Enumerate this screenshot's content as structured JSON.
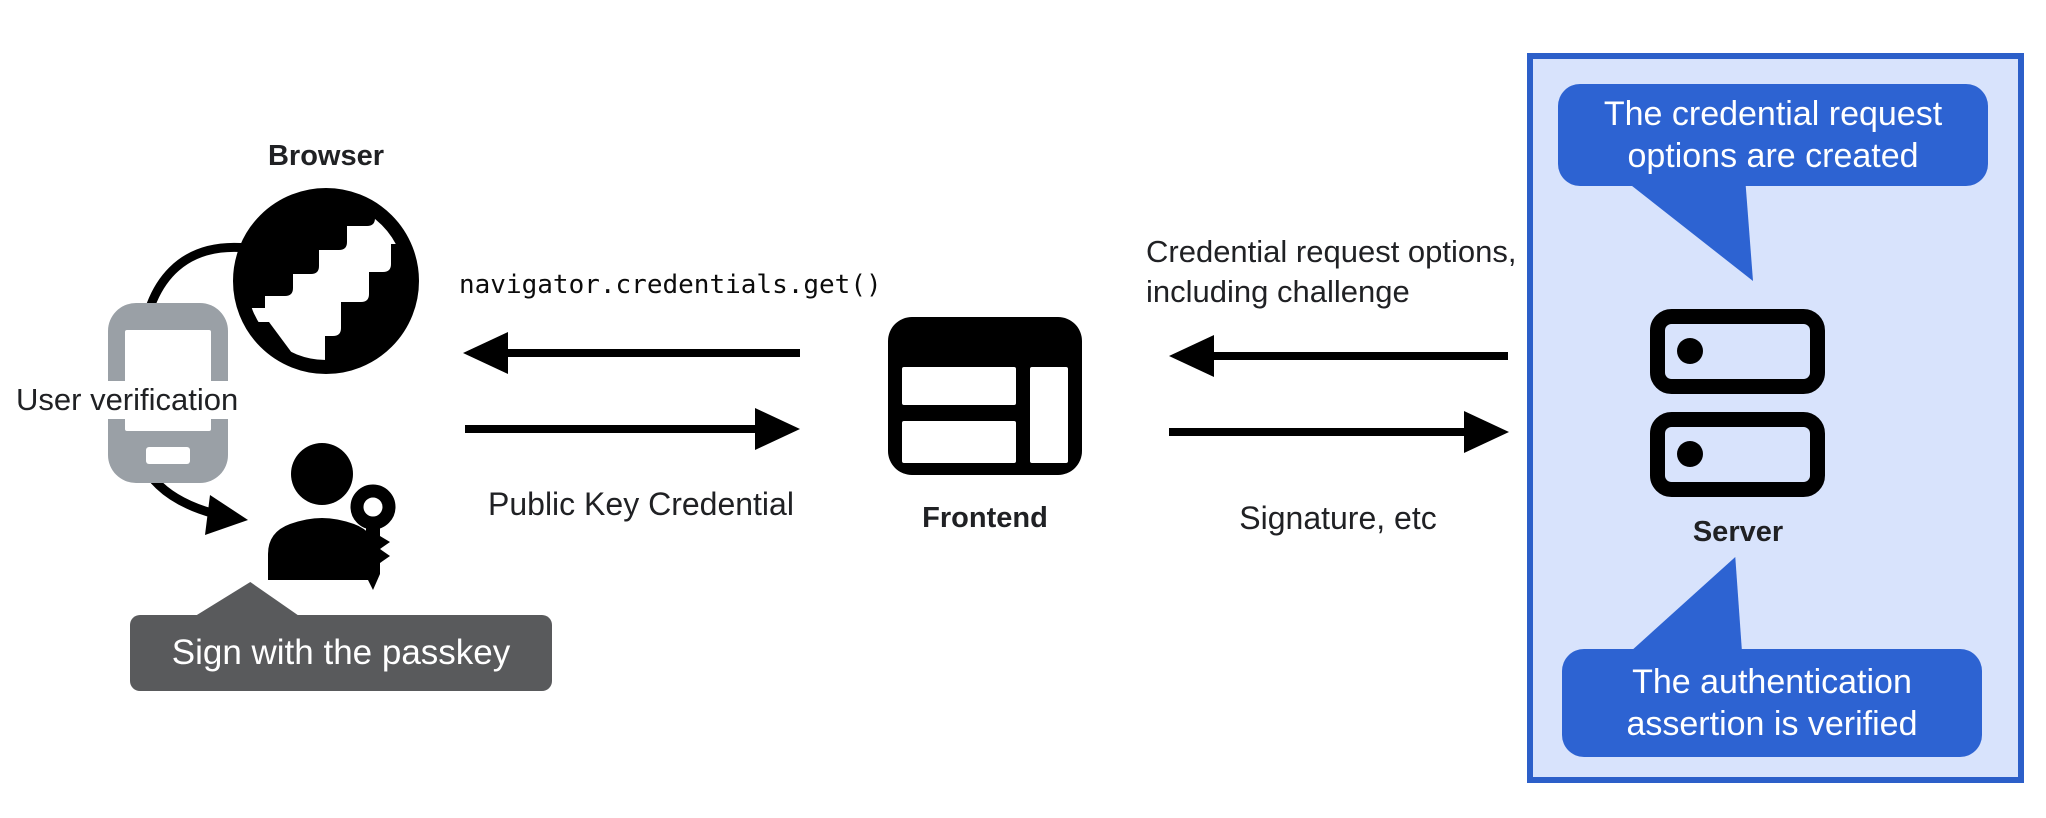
{
  "diagram": {
    "title_context": "Passkey authentication flow",
    "colors": {
      "callout_blue": "#2d63d2",
      "panel_background": "#d8e3fc",
      "panel_border": "#2c5fc9",
      "tooltip_gray": "#595a5c",
      "phone_gray": "#9aa0a6",
      "ink": "#000000"
    },
    "browser": {
      "label": "Browser"
    },
    "user_verification_label": "User verification",
    "passkey_tooltip": "Sign with the passkey",
    "frontend": {
      "label": "Frontend"
    },
    "server": {
      "label": "Server"
    },
    "messages": {
      "navigator_call": "navigator.credentials.get()",
      "public_key_credential": "Public Key Credential",
      "credential_request_line1": "Credential request options,",
      "credential_request_line2": "including challenge",
      "signature": "Signature, etc"
    },
    "server_callouts": {
      "top_line1": "The credential request",
      "top_line2": "options are created",
      "bottom_line1": "The authentication",
      "bottom_line2": "assertion is verified"
    }
  }
}
